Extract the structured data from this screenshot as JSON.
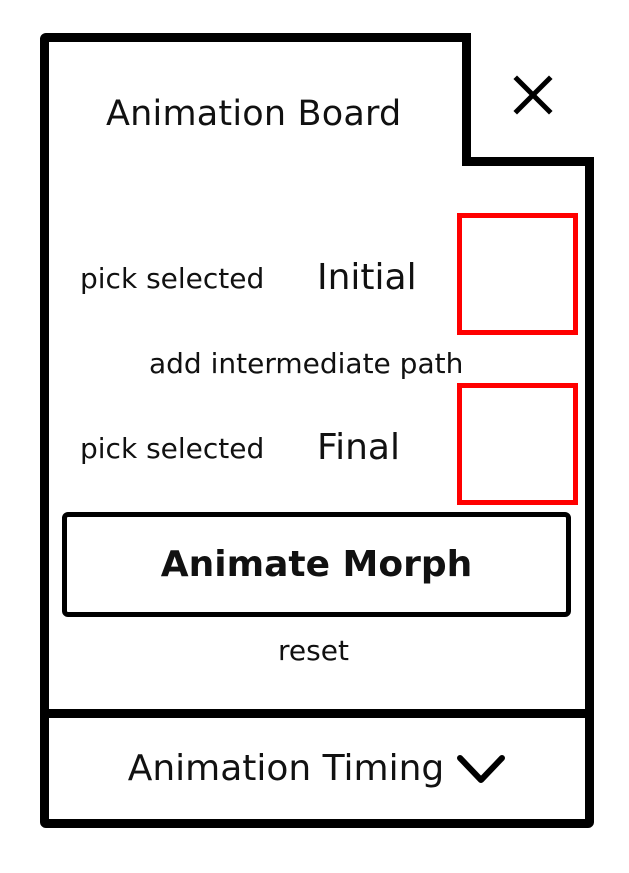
{
  "panel": {
    "title": "Animation Board",
    "close_icon": "close-icon"
  },
  "initial_row": {
    "label": "pick selected",
    "value": "Initial"
  },
  "intermediate": {
    "label": "add intermediate path"
  },
  "final_row": {
    "label": "pick selected",
    "value": "Final"
  },
  "actions": {
    "animate_label": "Animate Morph",
    "reset_label": "reset"
  },
  "timing_section": {
    "label": "Animation Timing",
    "icon": "chevron-down-icon"
  },
  "colors": {
    "slot_border": "#ff0000",
    "frame": "#000000"
  }
}
